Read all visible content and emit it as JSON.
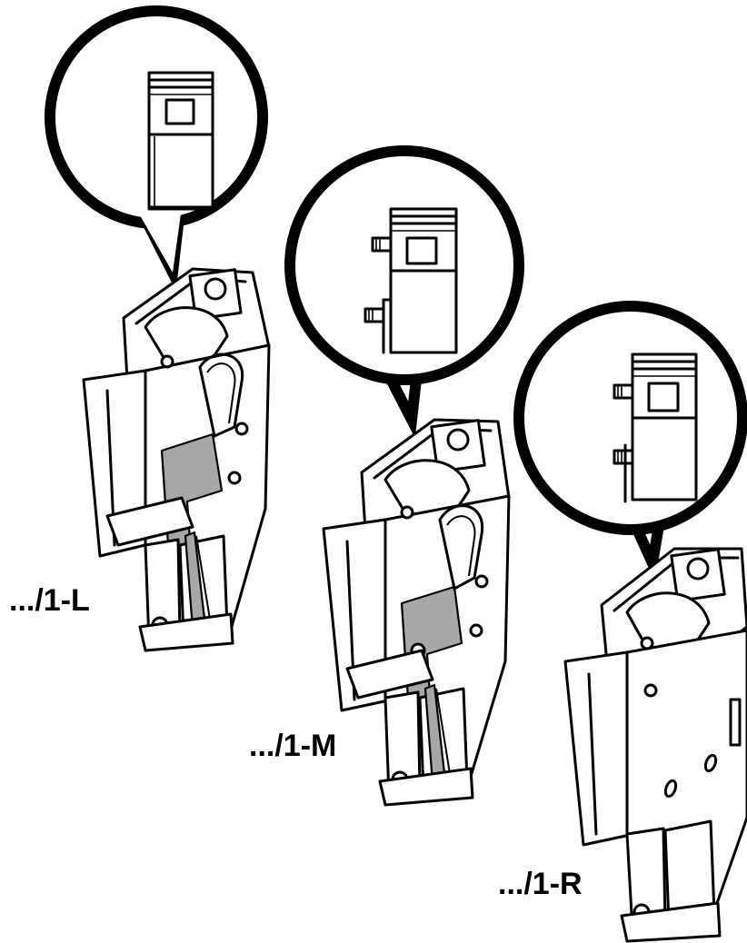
{
  "figure": {
    "labels": {
      "left": ".../1-L",
      "middle": ".../1-M",
      "right": ".../1-R"
    }
  },
  "colors": {
    "line": "#000000",
    "shading": "#a7a7a7",
    "background": "#ffffff"
  },
  "icons": [
    "connector-plug-left",
    "connector-plug-middle",
    "connector-plug-right",
    "magnifier-callout"
  ]
}
